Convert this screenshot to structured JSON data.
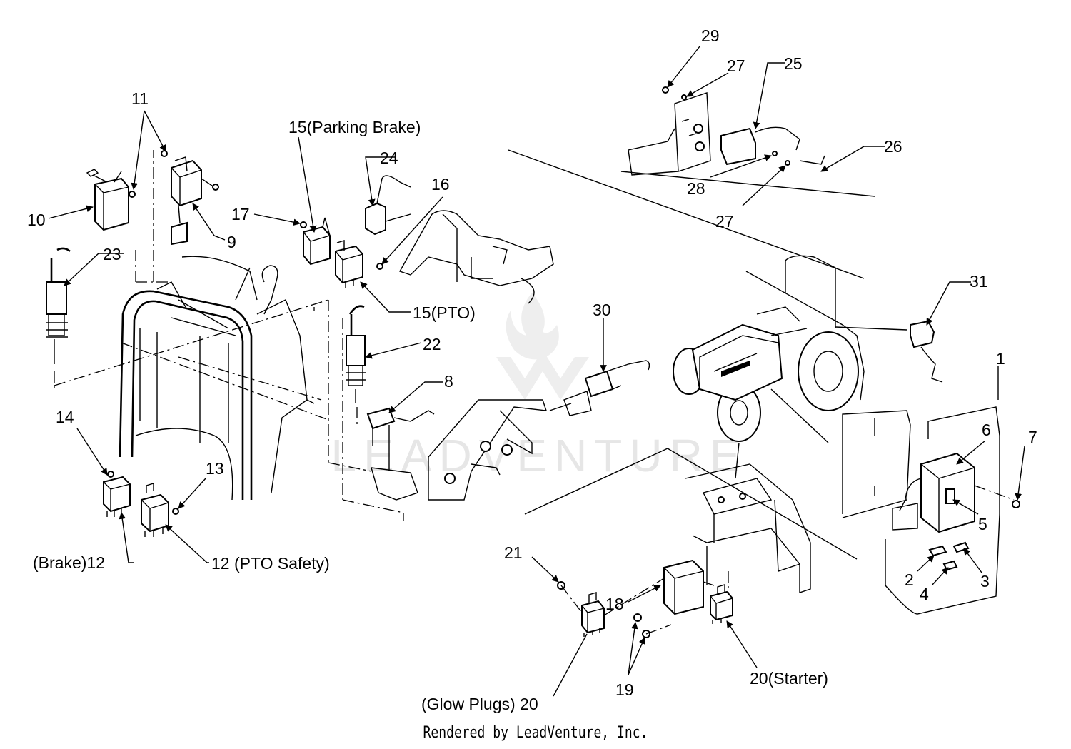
{
  "diagram": {
    "labels": {
      "l1": "1",
      "l2": "2",
      "l3": "3",
      "l4": "4",
      "l5": "5",
      "l6": "6",
      "l7": "7",
      "l8": "8",
      "l9": "9",
      "l10": "10",
      "l11": "11",
      "l12_brake": "(Brake)12",
      "l12_pto": "12 (PTO Safety)",
      "l13": "13",
      "l14": "14",
      "l15_parking": "15(Parking Brake)",
      "l15_pto": "15(PTO)",
      "l16": "16",
      "l17": "17",
      "l18": "18",
      "l19": "19",
      "l20_glow": "(Glow Plugs) 20",
      "l20_starter": "20(Starter)",
      "l21": "21",
      "l22": "22",
      "l23": "23",
      "l24": "24",
      "l25": "25",
      "l26": "26",
      "l27a": "27",
      "l27b": "27",
      "l28": "28",
      "l29": "29",
      "l30": "30",
      "l31": "31"
    },
    "watermark": "LEADVENTURE",
    "footer": "Rendered by LeadVenture, Inc."
  }
}
